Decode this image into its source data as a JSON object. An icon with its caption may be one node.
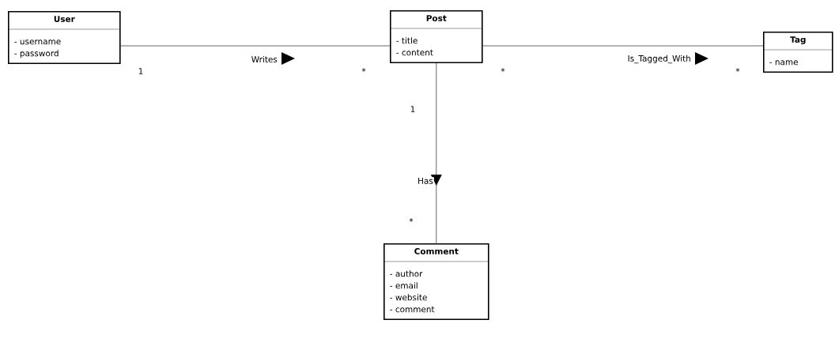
{
  "diagram": {
    "nodes": [
      {
        "text": [
          "User",
          "- username",
          "- password"
        ]
      },
      {
        "text": [
          "Post",
          "- title",
          "- content"
        ]
      },
      {
        "text": [
          "Tag",
          "- name"
        ]
      },
      {
        "text": [
          "Comment",
          "- author",
          "- email",
          "- website",
          "- comment"
        ]
      }
    ],
    "edges": [
      {
        "from": 0,
        "to": 1,
        "arrow": "none",
        "label": "Writes"
      },
      {
        "from": 1,
        "to": 2,
        "arrow": "none",
        "label": "Is_Tagged_With"
      },
      {
        "from": 1,
        "to": 3,
        "arrow": "to",
        "label": "Has"
      }
    ],
    "labels": [
      "1",
      "*",
      "*",
      "*",
      "1",
      "*"
    ]
  }
}
